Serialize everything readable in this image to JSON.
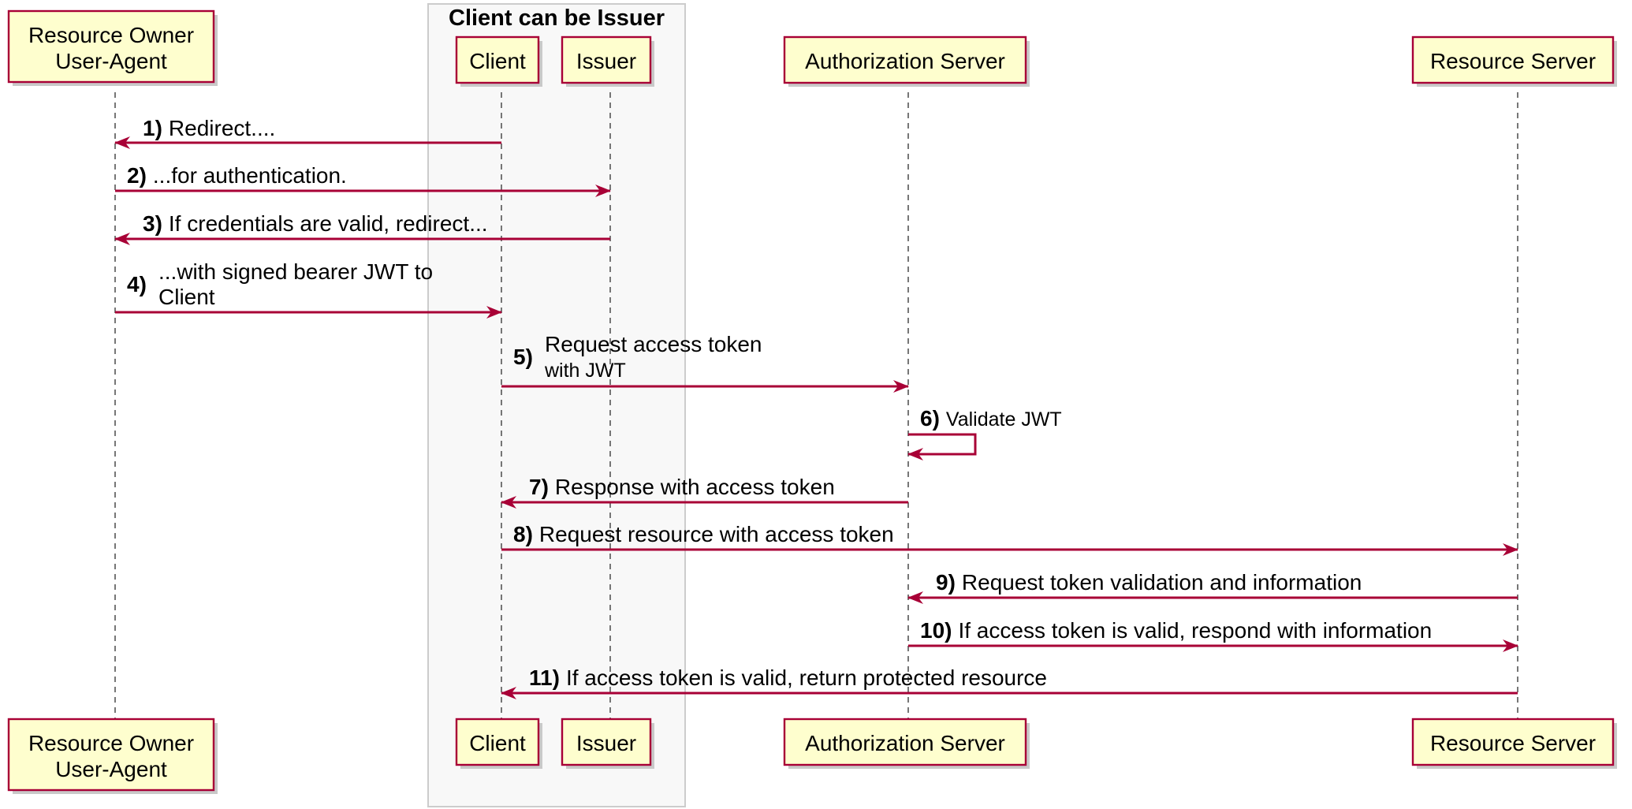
{
  "group": {
    "title": "Client can be Issuer"
  },
  "participants": {
    "resource_owner": {
      "line1": "Resource Owner",
      "line2": "User-Agent"
    },
    "client": {
      "label": "Client"
    },
    "issuer": {
      "label": "Issuer"
    },
    "auth_server": {
      "label": "Authorization Server"
    },
    "resource_server": {
      "label": "Resource Server"
    }
  },
  "messages": [
    {
      "num": "1)",
      "line1": "Redirect....",
      "line2": ""
    },
    {
      "num": "2)",
      "line1": "...for authentication.",
      "line2": ""
    },
    {
      "num": "3)",
      "line1": "If credentials are valid, redirect...",
      "line2": ""
    },
    {
      "num": "4)",
      "line1": "...with signed bearer JWT to",
      "line2": "Client"
    },
    {
      "num": "5)",
      "line1": "Request access token",
      "line2": "with JWT"
    },
    {
      "num": "6)",
      "line1": "Validate JWT",
      "line2": ""
    },
    {
      "num": "7)",
      "line1": "Response with access token",
      "line2": ""
    },
    {
      "num": "8)",
      "line1": "Request resource with access token",
      "line2": ""
    },
    {
      "num": "9)",
      "line1": "Request token validation and information",
      "line2": ""
    },
    {
      "num": "10)",
      "line1": "If access token is valid, respond with information",
      "line2": ""
    },
    {
      "num": "11)",
      "line1": "If access token is valid, return protected resource",
      "line2": ""
    }
  ],
  "colors": {
    "arrow": "#A80036",
    "participant_fill": "#FEFECE",
    "participant_border": "#A80036",
    "group_fill": "#F8F8F8",
    "group_border": "#CCCCCC"
  }
}
